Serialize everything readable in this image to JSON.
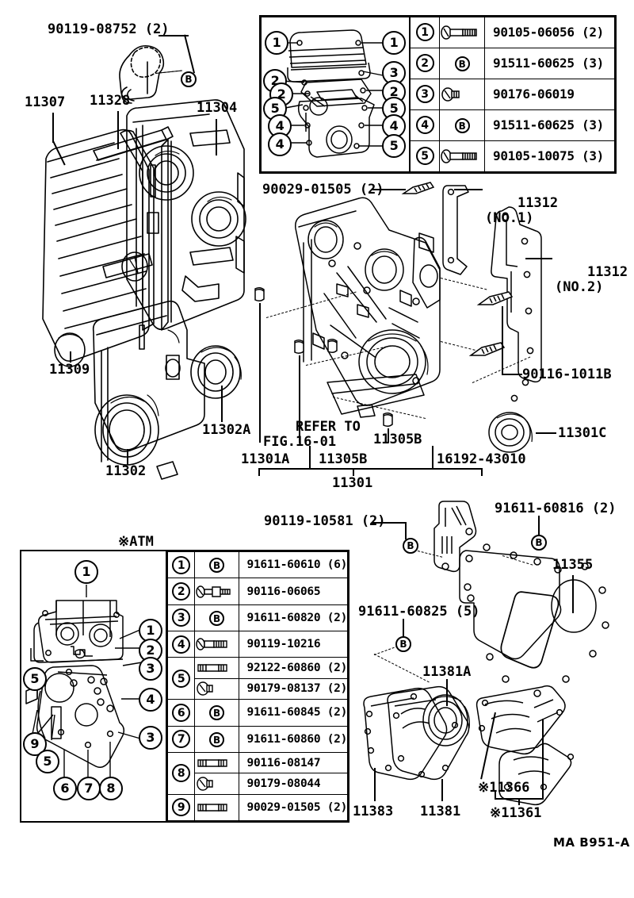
{
  "document": {
    "figure_code": "MA B951-A",
    "atm_note": "※ATM"
  },
  "top_table": {
    "rows": [
      {
        "num": "1",
        "icon": "bolt-icon",
        "part": "90105-06056 (2)"
      },
      {
        "num": "2",
        "icon": "b-circle-icon",
        "part": "91511-60625 (3)"
      },
      {
        "num": "3",
        "icon": "stud-icon",
        "part": "90176-06019"
      },
      {
        "num": "4",
        "icon": "b-circle-icon",
        "part": "91511-60625 (3)"
      },
      {
        "num": "5",
        "icon": "bolt-icon",
        "part": "90105-10075 (3)"
      }
    ]
  },
  "bottom_table": {
    "rows": [
      {
        "num": "1",
        "icon": "b-circle-icon",
        "part": "91611-60610 (6)"
      },
      {
        "num": "2",
        "icon": "pin-bolt-icon",
        "part": "90116-06065"
      },
      {
        "num": "3",
        "icon": "b-circle-icon",
        "part": "91611-60820 (2)"
      },
      {
        "num": "4",
        "icon": "bolt-icon",
        "part": "90119-10216"
      },
      {
        "num": "5",
        "icon": "stud-long-icon",
        "part": "92122-60860 (2)"
      },
      {
        "num": "",
        "icon": "nut-icon",
        "part": "90179-08137 (2)"
      },
      {
        "num": "6",
        "icon": "b-circle-icon",
        "part": "91611-60845 (2)"
      },
      {
        "num": "7",
        "icon": "b-circle-icon",
        "part": "91611-60860 (2)"
      },
      {
        "num": "8",
        "icon": "stud-long-icon",
        "part": "90116-08147"
      },
      {
        "num": "",
        "icon": "nut-icon",
        "part": "90179-08044"
      },
      {
        "num": "9",
        "icon": "stud-long-icon",
        "part": "90029-01505 (2)"
      }
    ]
  },
  "top_diagram_callouts": [
    {
      "id": "c1l",
      "num": "1"
    },
    {
      "id": "c1r",
      "num": "1"
    },
    {
      "id": "c2l",
      "num": "2"
    },
    {
      "id": "c3r",
      "num": "3"
    },
    {
      "id": "c2l2",
      "num": "2"
    },
    {
      "id": "c2r",
      "num": "2"
    },
    {
      "id": "c5l",
      "num": "5"
    },
    {
      "id": "c5r",
      "num": "5"
    },
    {
      "id": "c4l",
      "num": "4"
    },
    {
      "id": "c4r",
      "num": "4"
    },
    {
      "id": "c4l2",
      "num": "4"
    },
    {
      "id": "c5r2",
      "num": "5"
    }
  ],
  "atm_diagram_callouts": [
    {
      "num": "1"
    },
    {
      "num": "1"
    },
    {
      "num": "2"
    },
    {
      "num": "3"
    },
    {
      "num": "5"
    },
    {
      "num": "4"
    },
    {
      "num": "3"
    },
    {
      "num": "9"
    },
    {
      "num": "5"
    },
    {
      "num": "6"
    },
    {
      "num": "7"
    },
    {
      "num": "8"
    }
  ],
  "labels": {
    "l_90119_08752": "90119-08752 (2)",
    "l_11307": "11307",
    "l_11328": "11328",
    "l_11304": "11304",
    "l_11309": "11309",
    "l_11302": "11302",
    "l_11302A": "11302A",
    "l_refer": "REFER TO\nFIG.16-01",
    "l_11301A": "11301A",
    "l_11305B_1": "11305B",
    "l_11305B_2": "11305B",
    "l_16192": "16192-43010",
    "l_11301": "11301",
    "l_90029_01505": "90029-01505 (2)",
    "l_11312_no1": "11312\n(NO.1)",
    "l_11312_no2": "11312\n(NO.2)",
    "l_90116_1011B": "90116-1011B",
    "l_11301C": "11301C",
    "l_90119_10581": "90119-10581 (2)",
    "l_91611_60816": "91611-60816 (2)",
    "l_91611_60825": "91611-60825 (5)",
    "l_11355": "11355",
    "l_11381A": "11381A",
    "l_11383": "11383",
    "l_11381": "11381",
    "l_11366": "※11366",
    "l_11361": "※11361"
  },
  "icon_letters": {
    "b": "B"
  }
}
